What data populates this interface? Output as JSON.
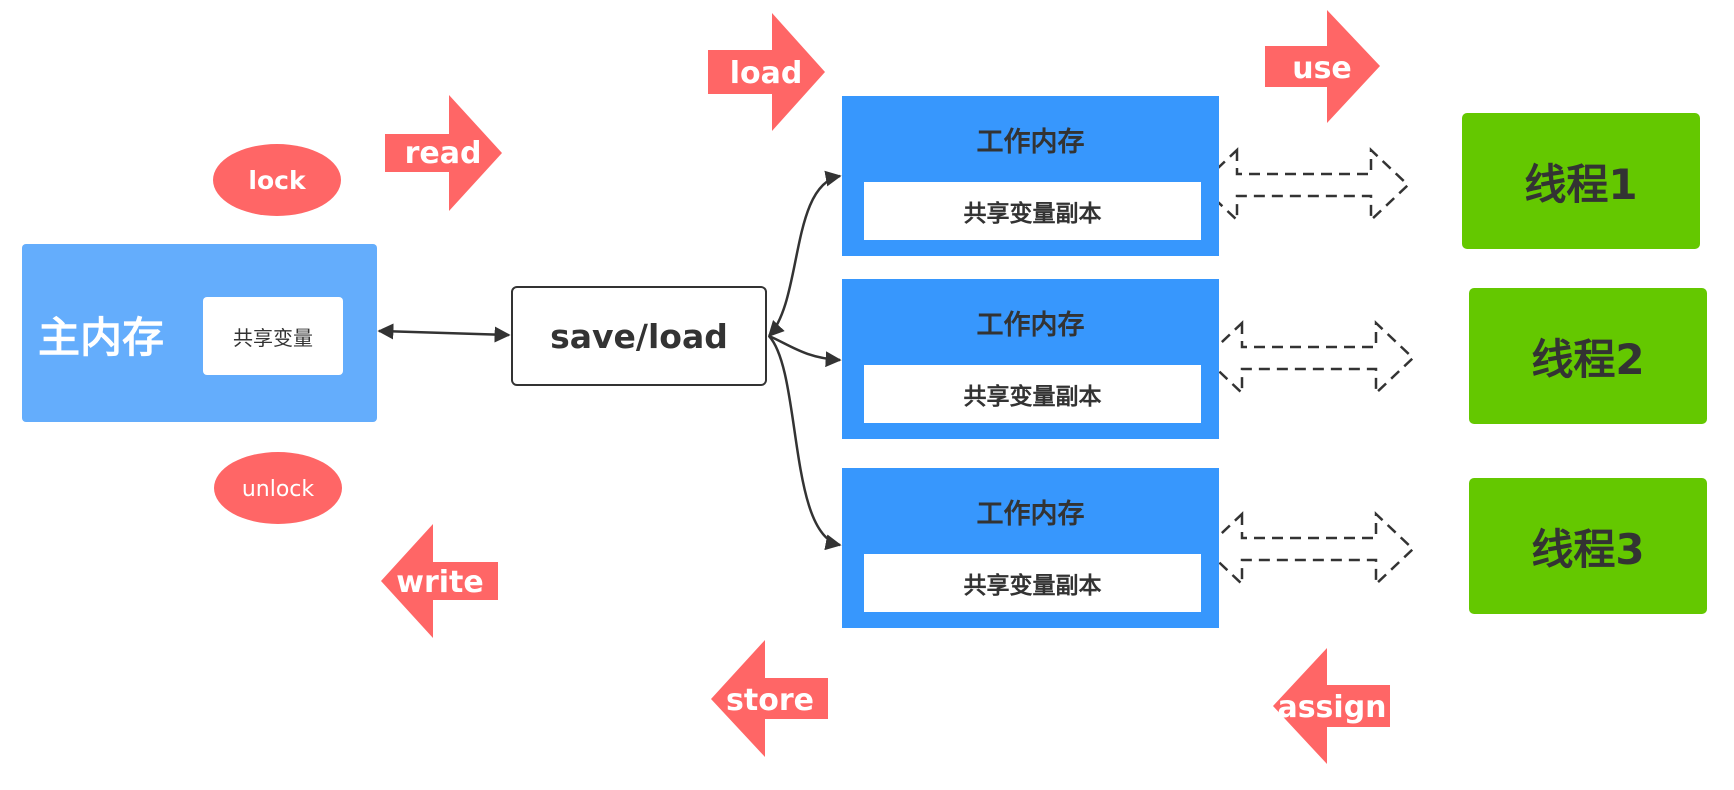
{
  "main_memory": {
    "title": "主内存",
    "variable": "共享变量"
  },
  "save_load": "save/load",
  "working_memories": [
    {
      "title": "工作内存",
      "copy": "共享变量副本"
    },
    {
      "title": "工作内存",
      "copy": "共享变量副本"
    },
    {
      "title": "工作内存",
      "copy": "共享变量副本"
    }
  ],
  "threads": [
    "线程1",
    "线程2",
    "线程3"
  ],
  "operations": {
    "lock": "lock",
    "unlock": "unlock",
    "read": "read",
    "write": "write",
    "load": "load",
    "store": "store",
    "use": "use",
    "assign": "assign"
  },
  "colors": {
    "main_memory": "#64adfc",
    "working_memory": "#3797fd",
    "thread": "#64c800",
    "operation": "#ff6666",
    "text": "#333333"
  }
}
